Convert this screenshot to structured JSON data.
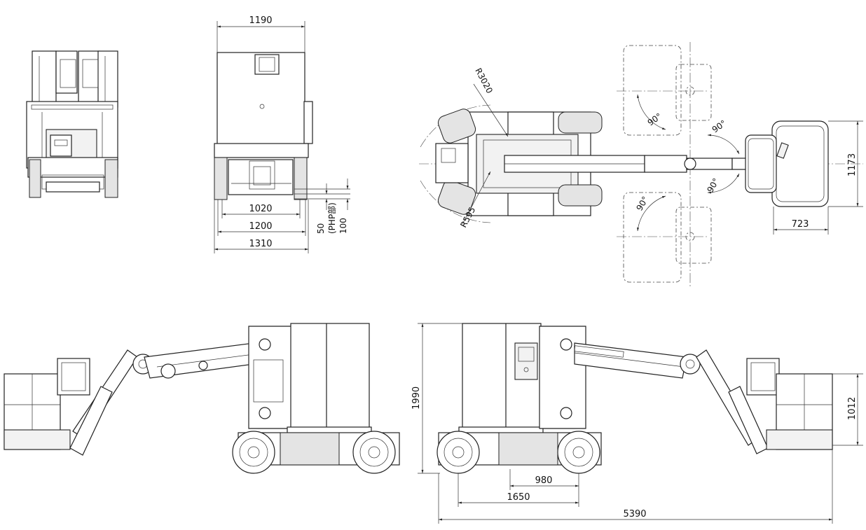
{
  "dimensions": {
    "rear_view": {
      "overall_width": "1190",
      "track_inner": "1020",
      "track_mid": "1200",
      "track_outer": "1310",
      "ground_clearance": "50",
      "php_note": "(PHP部)",
      "php_clearance": "100"
    },
    "top_view": {
      "outer_radius": "R3020",
      "inner_radius": "R595",
      "angle_upper_left": "90°",
      "angle_upper_right": "90°",
      "angle_lower_left": "90°",
      "angle_lower_right": "90°",
      "platform_width": "1173",
      "platform_depth": "723"
    },
    "side_view": {
      "stowed_height": "1990",
      "platform_height": "1012",
      "wheelbase": "980",
      "base_length": "1650",
      "overall_length": "5390"
    }
  }
}
